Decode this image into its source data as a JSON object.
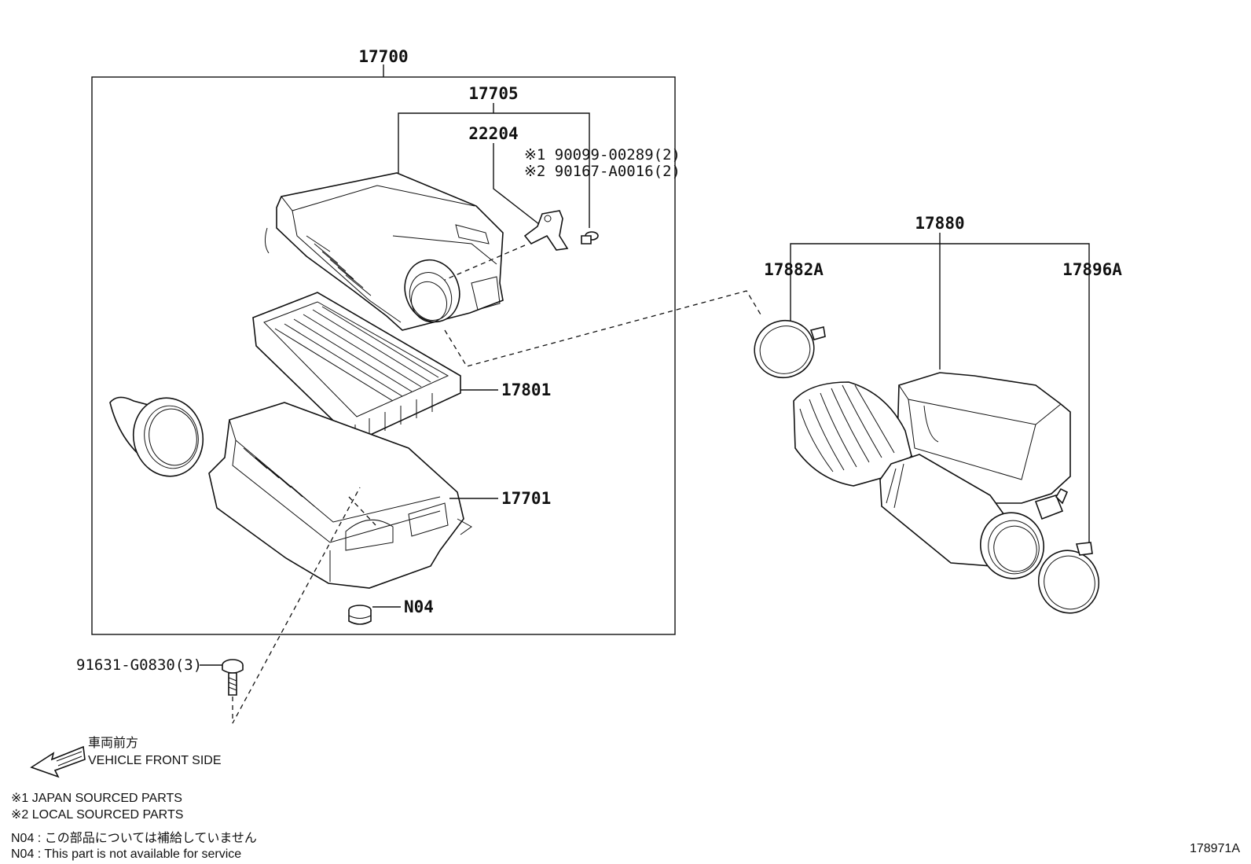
{
  "labels": {
    "assembly_main": "17700",
    "cap_sub": "17705",
    "sensor": "22204",
    "screw_note_1": "※1 90099-00289(2)",
    "screw_note_2": "※2 90167-A0016(2)",
    "filter": "17801",
    "case": "17701",
    "cushion": "N04",
    "bolt": "91631-G0830(3)",
    "hose_assembly": "17880",
    "clamp_a": "17882A",
    "clamp_b": "17896A"
  },
  "notes": {
    "front_jp": "車両前方",
    "front_en": "VEHICLE FRONT SIDE",
    "sourced_1": "※1 JAPAN SOURCED PARTS",
    "sourced_2": "※2 LOCAL SOURCED PARTS",
    "n04_jp": "N04 : この部品については補給していません",
    "n04_en": "N04 : This part is not available for service",
    "figure_id": "178971A"
  }
}
